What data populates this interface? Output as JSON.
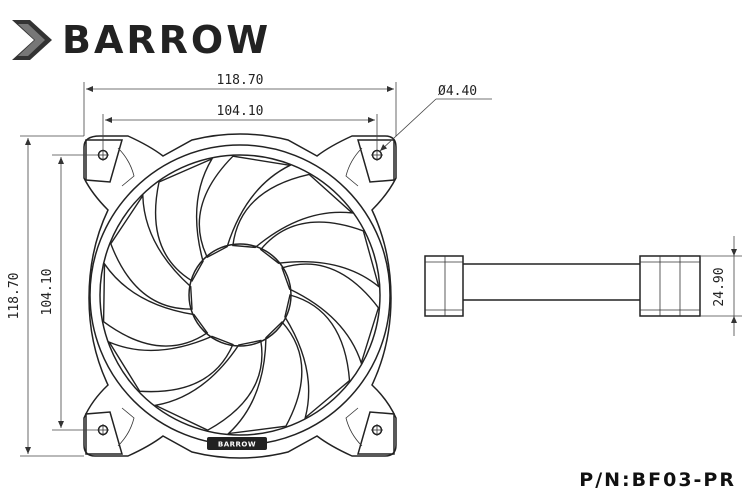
{
  "brand": {
    "name": "BARROW"
  },
  "part_number": "P/N:BF03-PR",
  "badge_text": "BARROW",
  "dimensions": {
    "outer_width": "118.70",
    "hole_spacing_width": "104.10",
    "hole_diameter": "Ø4.40",
    "outer_height": "118.70",
    "hole_spacing_height": "104.10",
    "thickness": "24.90"
  },
  "colors": {
    "line": "#222222",
    "background": "#ffffff"
  }
}
